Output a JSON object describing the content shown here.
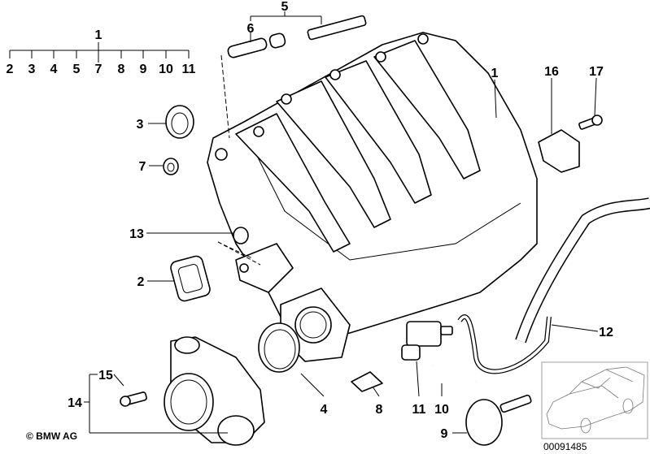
{
  "callouts": {
    "group_top": "1",
    "group_items": [
      "2",
      "3",
      "4",
      "5",
      "7",
      "8",
      "9",
      "10",
      "11"
    ],
    "c5": "5",
    "c6": "6",
    "c1": "1",
    "c16": "16",
    "c17": "17",
    "c3": "3",
    "c7": "7",
    "c13": "13",
    "c2": "2",
    "c15": "15",
    "c14": "14",
    "c4": "4",
    "c8": "8",
    "c11": "11",
    "c10": "10",
    "c9": "9",
    "c12": "12"
  },
  "copyright": "© BMW AG",
  "diagram_id": "00091485"
}
